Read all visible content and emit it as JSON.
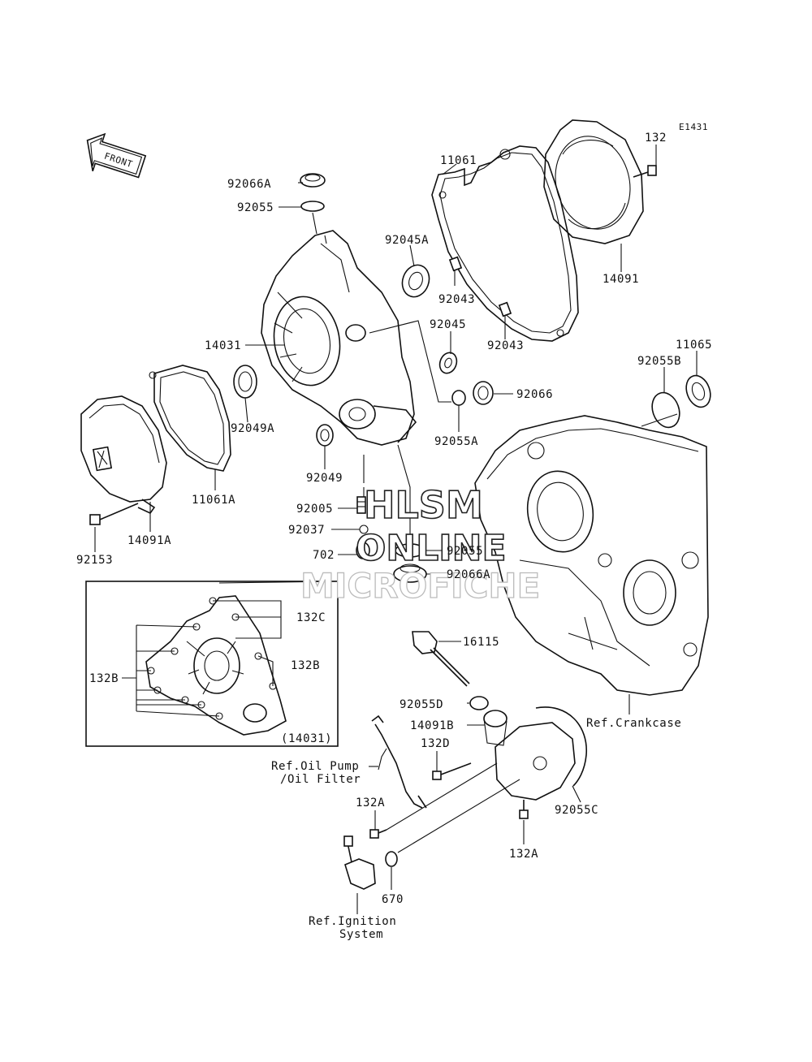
{
  "diagram_code": "E1431",
  "front_arrow_text": "FRONT",
  "labels": {
    "p132": "132",
    "p11061": "11061",
    "p14091": "14091",
    "p92066A": "92066A",
    "p92055": "92055",
    "p92045A": "92045A",
    "p92043a": "92043",
    "p92043b": "92043",
    "p14031": "14031",
    "p92045": "92045",
    "p11065": "11065",
    "p92055B": "92055B",
    "p92049A": "92049A",
    "p92066": "92066",
    "p92055A": "92055A",
    "p92049": "92049",
    "p11061A": "11061A",
    "p92005": "92005",
    "p92037": "92037",
    "p702": "702",
    "p92055b": "92055",
    "p92066Ab": "92066A",
    "p92153": "92153",
    "p14091A": "14091A",
    "p132C": "132C",
    "p132B_right": "132B",
    "p132B_left": "132B",
    "p14031_inset": "(14031)",
    "p16115": "16115",
    "p92055D": "92055D",
    "p14091B": "14091B",
    "p132D": "132D",
    "p92055C": "92055C",
    "p132A_left": "132A",
    "p132A_right": "132A",
    "p670": "670"
  },
  "references": {
    "crankcase": "Ref.Crankcase",
    "oil_pump_line1": "Ref.Oil Pump",
    "oil_pump_line2": "/Oil Filter",
    "ignition_line1": "Ref.Ignition",
    "ignition_line2": "System"
  },
  "watermark": {
    "line1": "HLSM",
    "line2": "ONLINE",
    "line3": "MICROFICHE"
  }
}
